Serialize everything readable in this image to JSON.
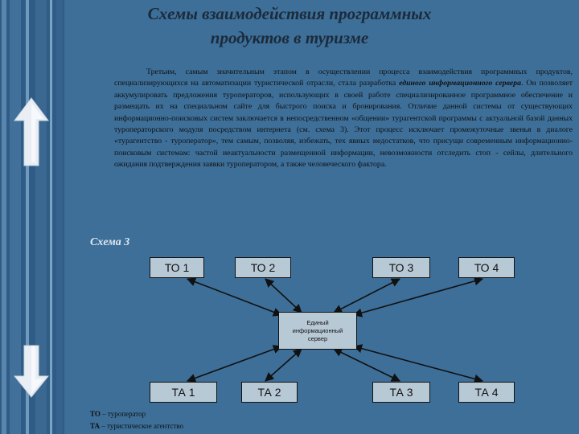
{
  "title": {
    "line1": "Схемы взаимодействия программных",
    "line2": "продуктов в туризме"
  },
  "paragraph": {
    "before_bold": "Третьим, самым значительным этапом в осуществлении процесса взаимодействия программных продуктов, специализирующихся на автоматизации туристической отрасли, стала разработка ",
    "bold": "единого информационного сервера",
    "after_bold": ". Он позволяет аккумулировать предложения туроператоров, использующих в своей работе специализированное программное обеспечение и размещать их на специальном сайте для быстрого поиска и бронирования. Отличие данной системы от существующих информационно-поисковых систем заключается в непосредственном «общении» турагентской программы с актуальной базой данных туроператорского модуля посредством интернета (см. схема 3). Этот процесс исключает промежуточные звенья в диалоге «турагентство - туроператор», тем самым, позволяя, избежать, тех явных недостатков, что присущи современным информационно-поисковым системам: частой неактуальности размещенной информации, невозможности отследить стоп - сейлы, длительного ожидания подтверждения заявки туроператором, а также человеческого фактора."
  },
  "scheme_label": "Схема 3",
  "diagram": {
    "to": [
      "ТО 1",
      "ТО 2",
      "ТО 3",
      "ТО 4"
    ],
    "ta": [
      "ТА 1",
      "ТА 2",
      "ТА 3",
      "ТА 4"
    ],
    "server": "Единый информационный сервер"
  },
  "legend": {
    "to_abbr": "ТО",
    "to_text": " – туроператор",
    "ta_abbr": "ТА",
    "ta_text": " – туристическое агентство"
  },
  "colors": {
    "background": "#3d6f99",
    "box_fill": "#b8c9d6",
    "text": "#111111"
  }
}
